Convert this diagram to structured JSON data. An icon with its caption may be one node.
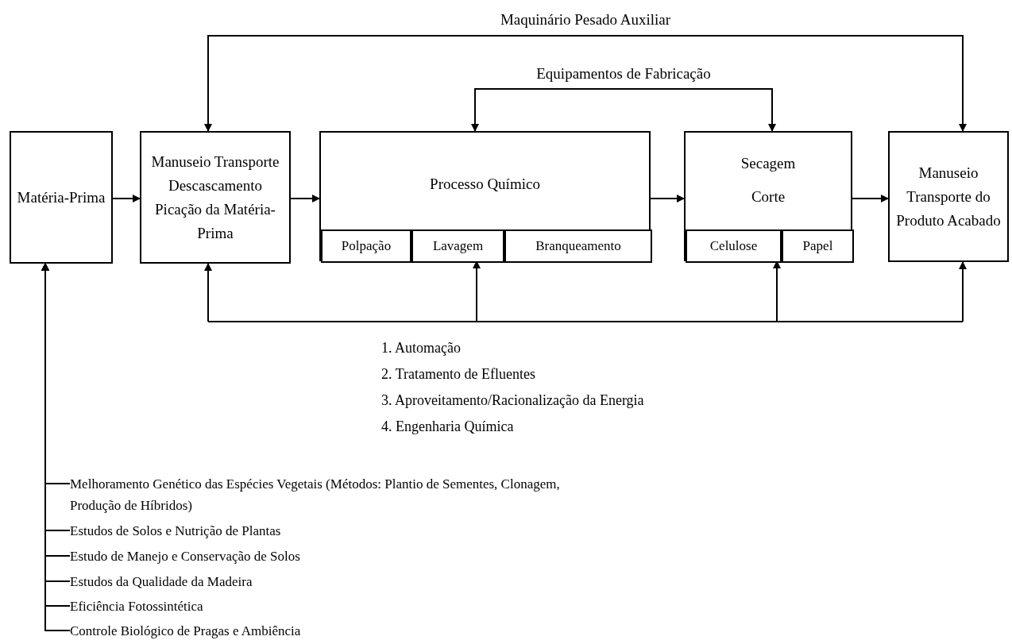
{
  "diagram": {
    "nodes": [
      {
        "text": [
          "Matéria-Prima"
        ]
      },
      {
        "text": [
          "Manuseio Transporte Descascamento Picação da Matéria-Prima"
        ]
      },
      {
        "text": [
          "Processo Químico"
        ]
      },
      {
        "text": [
          "Polpação"
        ],
        "in": 2
      },
      {
        "text": [
          "Lavagem"
        ],
        "in": 2
      },
      {
        "text": [
          "Branqueamento"
        ],
        "in": 2
      },
      {
        "text": [
          "Secagem Corte"
        ]
      },
      {
        "text": [
          "Celulose"
        ],
        "in": 6
      },
      {
        "text": [
          "Papel"
        ],
        "in": 6
      },
      {
        "text": [
          "Manuseio Transporte do Produto Acabado"
        ]
      },
      {
        "text": [
          "Melhoramento Genético das Espécies Vegetais (Métodos: Plantio de Sementes, Clonagem, Produção de Híbridos)"
        ]
      },
      {
        "text": [
          "Estudos de Solos e Nutrição de Plantas"
        ]
      },
      {
        "text": [
          "Estudo de Manejo e Conservação de Solos"
        ]
      },
      {
        "text": [
          "Estudos da Qualidade da Madeira"
        ]
      },
      {
        "text": [
          "Eficiência Fotossintética"
        ]
      },
      {
        "text": [
          "Controle Biológico de Pragas e Ambiência"
        ]
      }
    ],
    "edges": [
      {
        "from": 0,
        "to": 1,
        "arrow": "to"
      },
      {
        "from": 1,
        "to": 2,
        "arrow": "to"
      },
      {
        "from": 2,
        "to": 6,
        "arrow": "to"
      },
      {
        "from": 6,
        "to": 9,
        "arrow": "to"
      },
      {
        "from": 1,
        "to": 9,
        "arrow": "both",
        "label": "Maquinário Pesado Auxiliar"
      },
      {
        "from": 2,
        "to": 6,
        "arrow": "both",
        "label": "Equipamentos de Fabricação"
      },
      {
        "from": null,
        "to": 1,
        "arrow": "to"
      },
      {
        "from": null,
        "to": 4,
        "arrow": "to"
      },
      {
        "from": null,
        "to": 6,
        "arrow": "to"
      },
      {
        "from": null,
        "to": 9,
        "arrow": "to"
      },
      {
        "from": 10,
        "to": 0,
        "arrow": "to"
      },
      {
        "from": 11,
        "to": 0,
        "arrow": "to"
      },
      {
        "from": 12,
        "to": 0,
        "arrow": "to"
      },
      {
        "from": 13,
        "to": 0,
        "arrow": "to"
      },
      {
        "from": 14,
        "to": 0,
        "arrow": "to"
      },
      {
        "from": 15,
        "to": 0,
        "arrow": "to"
      }
    ],
    "labels": [
      "1. Automação",
      "2. Tratamento de Efluentes",
      "3. Aproveitamento/Racionalização da Energia",
      "4. Engenharia Química"
    ]
  }
}
